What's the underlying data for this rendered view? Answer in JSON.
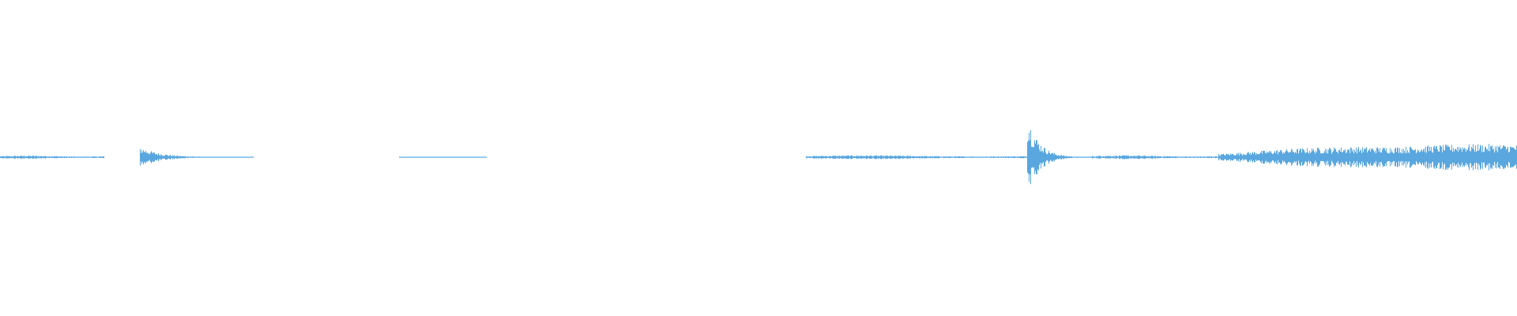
{
  "waveform": {
    "color": "#5aa7e0",
    "background": "#ffffff",
    "segments": [
      {
        "start": 0.0,
        "end": 0.069,
        "amp": 0.035,
        "pattern": "steady"
      },
      {
        "start": 0.092,
        "end": 0.167,
        "amp": 0.22,
        "pattern": "burst-decay"
      },
      {
        "start": 0.263,
        "end": 0.321,
        "amp": 0.012,
        "pattern": "faint"
      },
      {
        "start": 0.531,
        "end": 0.677,
        "amp": 0.04,
        "pattern": "steady"
      },
      {
        "start": 0.677,
        "end": 0.72,
        "amp": 0.9,
        "pattern": "burst-decay"
      },
      {
        "start": 0.72,
        "end": 0.803,
        "amp": 0.04,
        "pattern": "steady"
      },
      {
        "start": 0.803,
        "end": 1.0,
        "amp": 0.28,
        "pattern": "swell"
      }
    ]
  }
}
